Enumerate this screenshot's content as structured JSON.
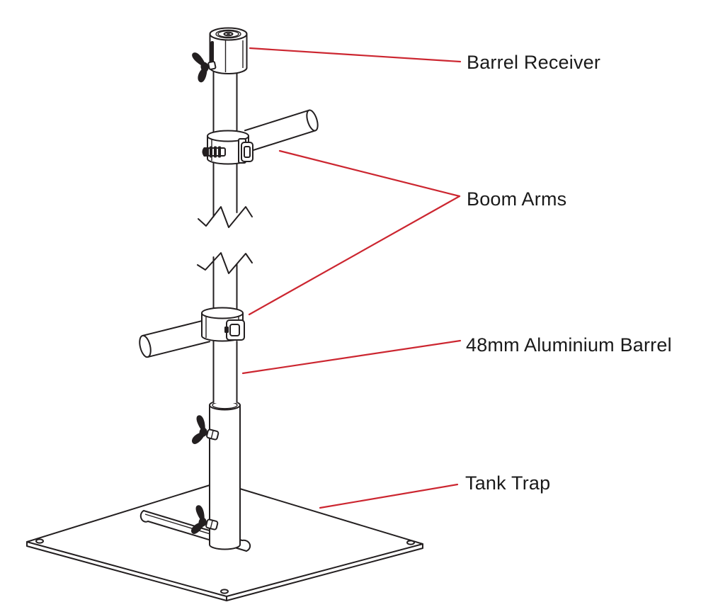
{
  "labels": {
    "barrel_receiver": "Barrel Receiver",
    "boom_arms": "Boom Arms",
    "aluminium_barrel": "48mm Aluminium Barrel",
    "tank_trap": "Tank Trap"
  },
  "colors": {
    "line": "#231f20",
    "leader": "#cc2630",
    "background": "#ffffff",
    "text": "#1a1a1a"
  }
}
